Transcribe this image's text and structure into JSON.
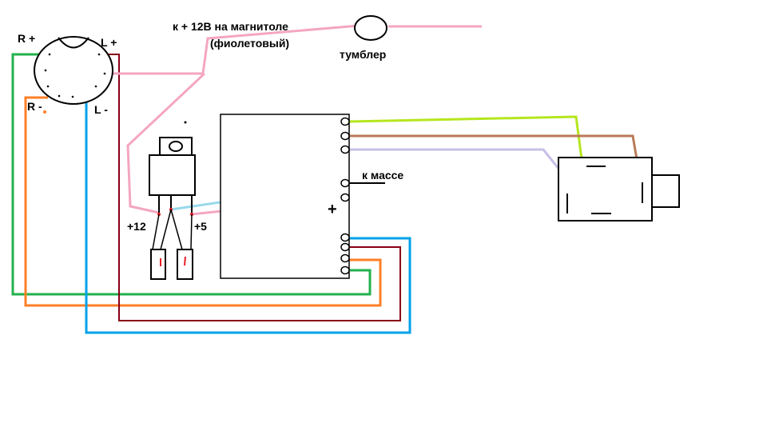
{
  "labels": {
    "r_plus": "R +",
    "l_plus": "L +",
    "r_minus": "R -",
    "l_minus": "L -",
    "power_note_line1": "к + 12В на магнитоле",
    "power_note_line2": "(фиолетовый)",
    "toggle": "тумблер",
    "ground": "к массе",
    "v12": "+12",
    "v5": "+5",
    "plus_sign": "+"
  },
  "colors": {
    "green": "#22b14c",
    "orange": "#ff7f27",
    "blue": "#00a2e8",
    "dark_red": "#880015",
    "pink": "#f4a6c1",
    "light_blue": "#99d9ea",
    "lime": "#b5e61d",
    "brown": "#b97a57",
    "lavender": "#c8bfe7",
    "red_mark": "#ed1c24",
    "black": "#000000"
  }
}
